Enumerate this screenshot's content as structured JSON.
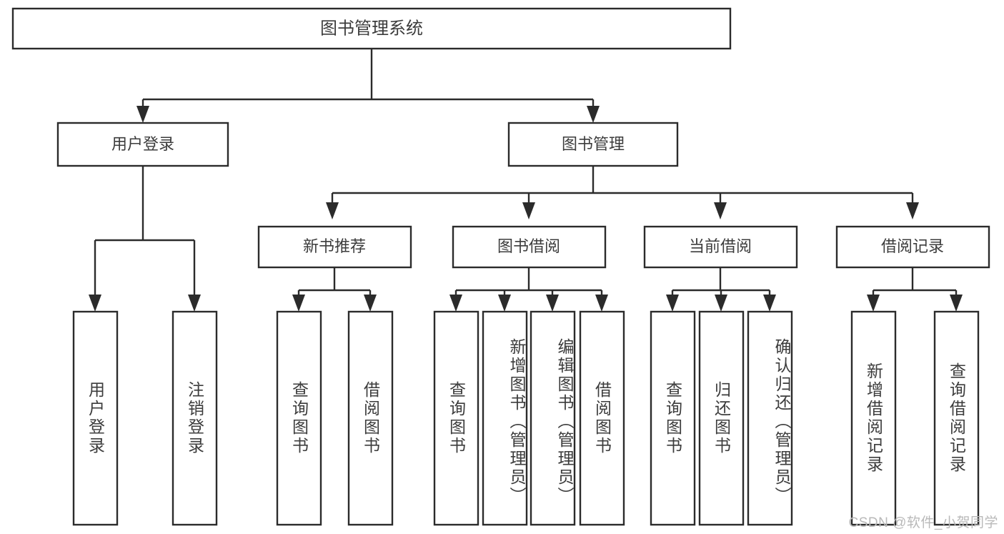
{
  "diagram": {
    "type": "tree-hierarchy",
    "title": "图书管理系统",
    "watermark": "CSDN @软件_小贺同学",
    "colors": {
      "background": "#ffffff",
      "box_fill": "#ffffff",
      "box_stroke": "#2b2b2b",
      "text": "#3c3c3c",
      "watermark": "#b9b9b9"
    },
    "root": {
      "label": "图书管理系统"
    },
    "level1": [
      {
        "label": "用户登录"
      },
      {
        "label": "图书管理"
      }
    ],
    "level2": [
      {
        "label": "新书推荐"
      },
      {
        "label": "图书借阅"
      },
      {
        "label": "当前借阅"
      },
      {
        "label": "借阅记录"
      }
    ],
    "leaves": {
      "user_login": [
        {
          "label": "用户登录"
        },
        {
          "label": "注销登录"
        }
      ],
      "new_book_recommend": [
        {
          "label": "查询图书"
        },
        {
          "label": "借阅图书"
        }
      ],
      "book_borrow": [
        {
          "label": "查询图书"
        },
        {
          "label": "新增图书（管理员）"
        },
        {
          "label": "编辑图书（管理员）"
        },
        {
          "label": "借阅图书"
        }
      ],
      "current_borrow": [
        {
          "label": "查询图书"
        },
        {
          "label": "归还图书"
        },
        {
          "label": "确认归还（管理员）"
        }
      ],
      "borrow_record": [
        {
          "label": "新增借阅记录"
        },
        {
          "label": "查询借阅记录"
        }
      ]
    }
  }
}
